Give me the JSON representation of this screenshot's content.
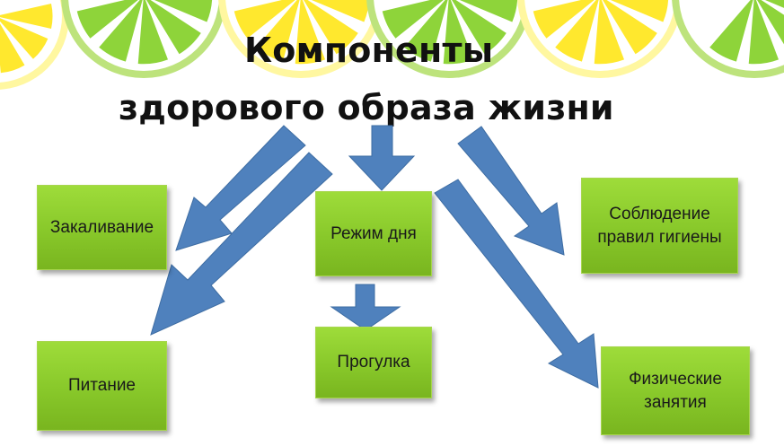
{
  "title": {
    "line1": "Компоненты",
    "line2": "здорового образа жизни"
  },
  "components": {
    "hardening": "Закаливание",
    "daily_routine": "Режим дня",
    "hygiene": "Соблюдение правил гигиены",
    "nutrition": "Питание",
    "walk": "Прогулка",
    "exercise": "Физические занятия"
  },
  "colors": {
    "box_fill": "#8ed031",
    "arrow_fill": "#4f81bd",
    "lemon": "#ffe82e",
    "lime": "#8ed43a"
  }
}
